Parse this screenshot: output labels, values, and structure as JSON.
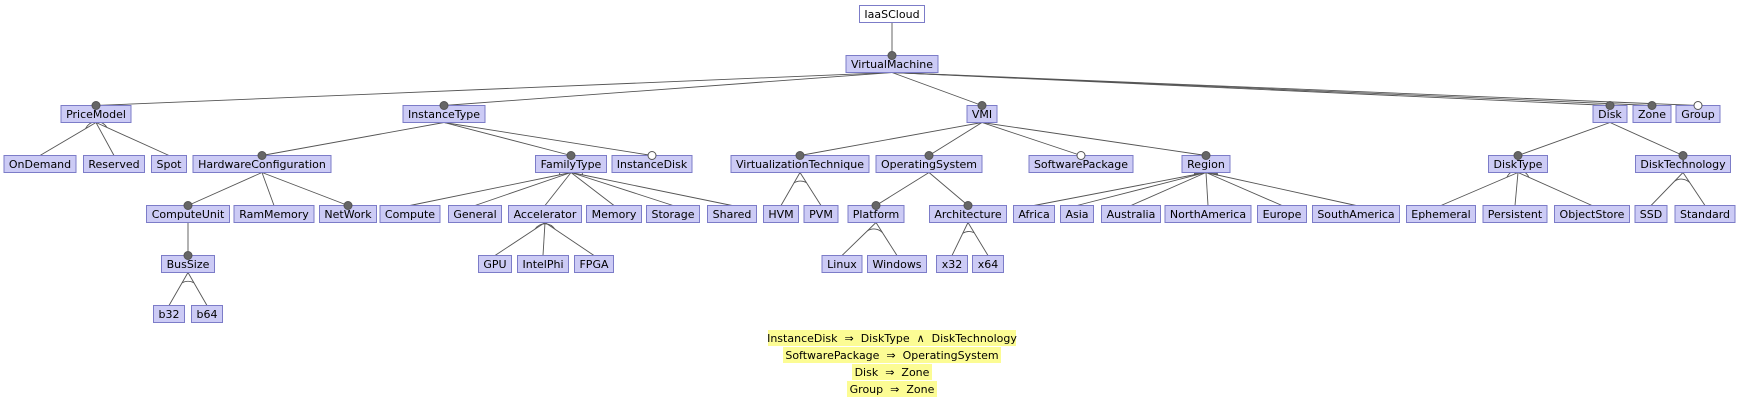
{
  "diagram": {
    "nodes": [
      {
        "id": "iaas",
        "label": "IaaSCloud",
        "root": true
      },
      {
        "id": "vm",
        "label": "VirtualMachine"
      },
      {
        "id": "pricemodel",
        "label": "PriceModel"
      },
      {
        "id": "instancetype",
        "label": "InstanceType"
      },
      {
        "id": "vmi",
        "label": "VMI"
      },
      {
        "id": "disk",
        "label": "Disk"
      },
      {
        "id": "zone",
        "label": "Zone"
      },
      {
        "id": "group",
        "label": "Group"
      },
      {
        "id": "ondemand",
        "label": "OnDemand"
      },
      {
        "id": "reserved",
        "label": "Reserved"
      },
      {
        "id": "spot",
        "label": "Spot"
      },
      {
        "id": "hwconfig",
        "label": "HardwareConfiguration"
      },
      {
        "id": "familytype",
        "label": "FamilyType"
      },
      {
        "id": "instancedisk",
        "label": "InstanceDisk"
      },
      {
        "id": "virt",
        "label": "VirtualizationTechnique"
      },
      {
        "id": "os",
        "label": "OperatingSystem"
      },
      {
        "id": "swpkg",
        "label": "SoftwarePackage"
      },
      {
        "id": "region",
        "label": "Region"
      },
      {
        "id": "disktype",
        "label": "DiskType"
      },
      {
        "id": "disktech",
        "label": "DiskTechnology"
      },
      {
        "id": "computeunit",
        "label": "ComputeUnit"
      },
      {
        "id": "rammemory",
        "label": "RamMemory"
      },
      {
        "id": "network",
        "label": "NetWork"
      },
      {
        "id": "compute",
        "label": "Compute"
      },
      {
        "id": "general",
        "label": "General"
      },
      {
        "id": "accelerator",
        "label": "Accelerator"
      },
      {
        "id": "memory",
        "label": "Memory"
      },
      {
        "id": "storage",
        "label": "Storage"
      },
      {
        "id": "shared",
        "label": "Shared"
      },
      {
        "id": "hvm",
        "label": "HVM"
      },
      {
        "id": "pvm",
        "label": "PVM"
      },
      {
        "id": "platform",
        "label": "Platform"
      },
      {
        "id": "architecture",
        "label": "Architecture"
      },
      {
        "id": "africa",
        "label": "Africa"
      },
      {
        "id": "asia",
        "label": "Asia"
      },
      {
        "id": "australia",
        "label": "Australia"
      },
      {
        "id": "northamerica",
        "label": "NorthAmerica"
      },
      {
        "id": "europe",
        "label": "Europe"
      },
      {
        "id": "southamerica",
        "label": "SouthAmerica"
      },
      {
        "id": "ephemeral",
        "label": "Ephemeral"
      },
      {
        "id": "persistent",
        "label": "Persistent"
      },
      {
        "id": "objectstore",
        "label": "ObjectStore"
      },
      {
        "id": "ssd",
        "label": "SSD"
      },
      {
        "id": "standard",
        "label": "Standard"
      },
      {
        "id": "bussize",
        "label": "BusSize"
      },
      {
        "id": "gpu",
        "label": "GPU"
      },
      {
        "id": "intelphi",
        "label": "IntelPhi"
      },
      {
        "id": "fpga",
        "label": "FPGA"
      },
      {
        "id": "linux",
        "label": "Linux"
      },
      {
        "id": "windows",
        "label": "Windows"
      },
      {
        "id": "x32",
        "label": "x32"
      },
      {
        "id": "x64",
        "label": "x64"
      },
      {
        "id": "b32",
        "label": "b32"
      },
      {
        "id": "b64",
        "label": "b64"
      }
    ],
    "relations": [
      {
        "parent": "iaas",
        "children": [
          "vm"
        ],
        "type": "mandatory"
      },
      {
        "parent": "vm",
        "children": [
          "pricemodel",
          "instancetype",
          "vmi",
          "disk",
          "zone"
        ],
        "type": "mandatory"
      },
      {
        "parent": "vm",
        "children": [
          "group"
        ],
        "type": "optional"
      },
      {
        "parent": "pricemodel",
        "children": [
          "ondemand",
          "reserved",
          "spot"
        ],
        "type": "alternative"
      },
      {
        "parent": "instancetype",
        "children": [
          "hwconfig",
          "familytype"
        ],
        "type": "mandatory"
      },
      {
        "parent": "instancetype",
        "children": [
          "instancedisk"
        ],
        "type": "optional"
      },
      {
        "parent": "vmi",
        "children": [
          "virt",
          "os",
          "region"
        ],
        "type": "mandatory"
      },
      {
        "parent": "vmi",
        "children": [
          "swpkg"
        ],
        "type": "optional"
      },
      {
        "parent": "disk",
        "children": [
          "disktype",
          "disktech"
        ],
        "type": "mandatory"
      },
      {
        "parent": "hwconfig",
        "children": [
          "computeunit",
          "network"
        ],
        "type": "mandatory"
      },
      {
        "parent": "hwconfig",
        "children": [
          "rammemory"
        ],
        "type": "plain"
      },
      {
        "parent": "familytype",
        "children": [
          "compute",
          "general",
          "accelerator",
          "memory",
          "storage",
          "shared"
        ],
        "type": "alternative"
      },
      {
        "parent": "virt",
        "children": [
          "hvm",
          "pvm"
        ],
        "type": "alternative"
      },
      {
        "parent": "os",
        "children": [
          "platform",
          "architecture"
        ],
        "type": "mandatory"
      },
      {
        "parent": "region",
        "children": [
          "africa",
          "asia",
          "australia",
          "northamerica",
          "europe",
          "southamerica"
        ],
        "type": "or"
      },
      {
        "parent": "disktype",
        "children": [
          "ephemeral",
          "persistent",
          "objectstore"
        ],
        "type": "alternative"
      },
      {
        "parent": "disktech",
        "children": [
          "ssd",
          "standard"
        ],
        "type": "alternative"
      },
      {
        "parent": "computeunit",
        "children": [
          "bussize"
        ],
        "type": "mandatory"
      },
      {
        "parent": "accelerator",
        "children": [
          "gpu",
          "intelphi",
          "fpga"
        ],
        "type": "alternative"
      },
      {
        "parent": "platform",
        "children": [
          "linux",
          "windows"
        ],
        "type": "alternative"
      },
      {
        "parent": "architecture",
        "children": [
          "x32",
          "x64"
        ],
        "type": "alternative"
      },
      {
        "parent": "bussize",
        "children": [
          "b32",
          "b64"
        ],
        "type": "alternative"
      }
    ],
    "constraints": [
      "InstanceDisk  ⇒  DiskType  ∧  DiskTechnology",
      "SoftwarePackage  ⇒  OperatingSystem",
      "Disk  ⇒  Zone",
      "Group  ⇒  Zone"
    ]
  }
}
